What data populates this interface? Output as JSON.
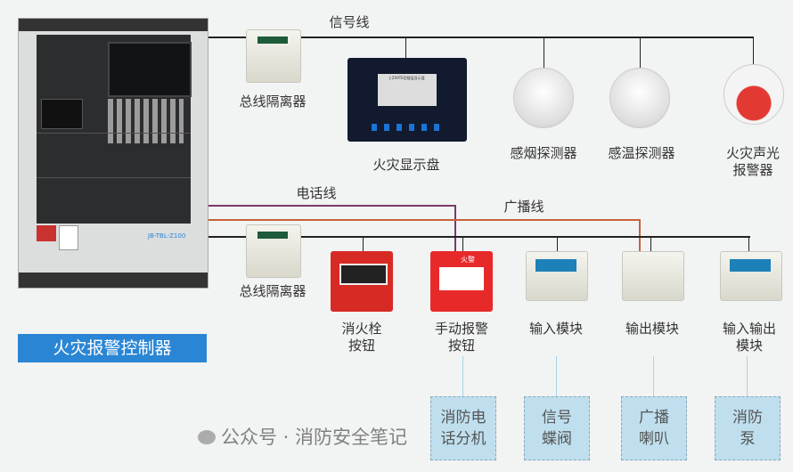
{
  "controller": {
    "label": "火灾报警控制器",
    "brand_text": "JB-TBL-Z100",
    "accent": "#2a86d4"
  },
  "lines": {
    "signal": "信号线",
    "phone": "电话线",
    "broadcast": "广播线"
  },
  "top_devices": [
    {
      "label": "总线隔离器"
    },
    {
      "label": "火灾显示盘",
      "screen_text": "J-ZX9TE型楼层显示盘"
    },
    {
      "label": "感烟探测器"
    },
    {
      "label": "感温探测器"
    },
    {
      "label": "火灾声光\n报警器"
    }
  ],
  "bottom_devices": [
    {
      "label": "总线隔离器"
    },
    {
      "label": "消火栓\n按钮"
    },
    {
      "label": "手动报警\n按钮",
      "panel_text": "火警"
    },
    {
      "label": "输入模块"
    },
    {
      "label": "输出模块"
    },
    {
      "label": "输入输出\n模块"
    }
  ],
  "terminal_boxes": [
    {
      "label": "消防电\n话分机"
    },
    {
      "label": "信号\n蝶阀"
    },
    {
      "label": "广播\n喇叭"
    },
    {
      "label": "消防\n泵"
    }
  ],
  "watermark": "公众号 · 消防安全笔记",
  "colors": {
    "signal": "#222222",
    "phone": "#7a3a6a",
    "broadcast": "#c8623a",
    "drop": "#a8d4e6"
  }
}
